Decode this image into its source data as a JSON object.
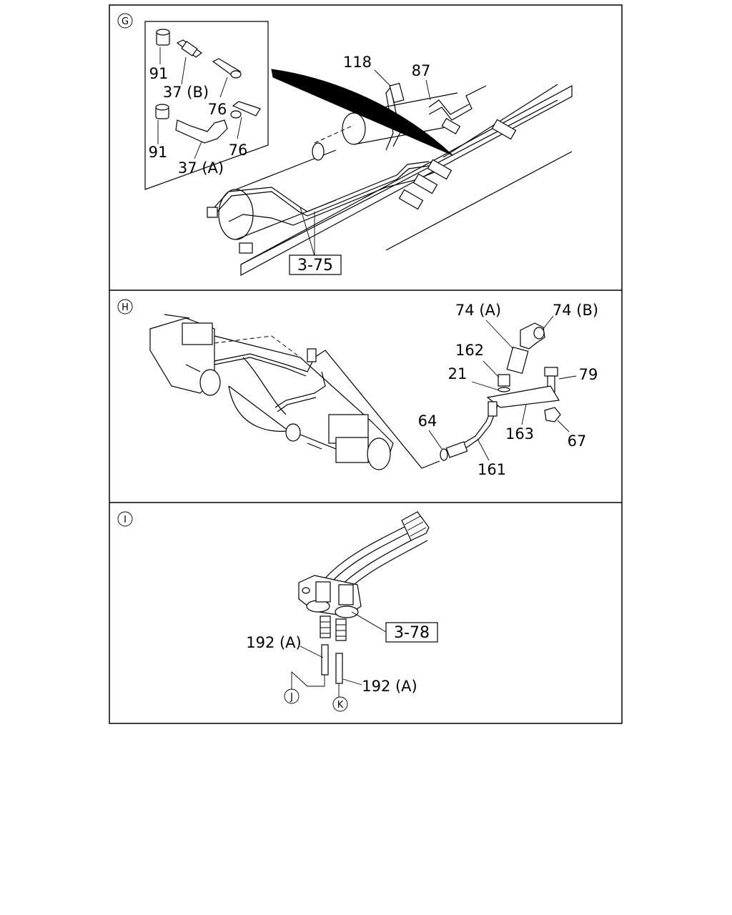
{
  "sections": {
    "g": {
      "marker": "G",
      "labels": {
        "p118": "118",
        "p87": "87",
        "p91a": "91",
        "p37b": "37 (B)",
        "p76a": "76",
        "p91b": "91",
        "p76b": "76",
        "p37a": "37 (A)"
      },
      "ref": "3-75"
    },
    "h": {
      "marker": "H",
      "labels": {
        "p74a": "74 (A)",
        "p74b": "74 (B)",
        "p162": "162",
        "p21": "21",
        "p79": "79",
        "p64": "64",
        "p163": "163",
        "p67": "67",
        "p161": "161"
      }
    },
    "i": {
      "marker": "I",
      "labels": {
        "p192a1": "192 (A)",
        "p192a2": "192 (A)"
      },
      "ref": "3-78",
      "conn_j": "J",
      "conn_k": "K"
    }
  }
}
